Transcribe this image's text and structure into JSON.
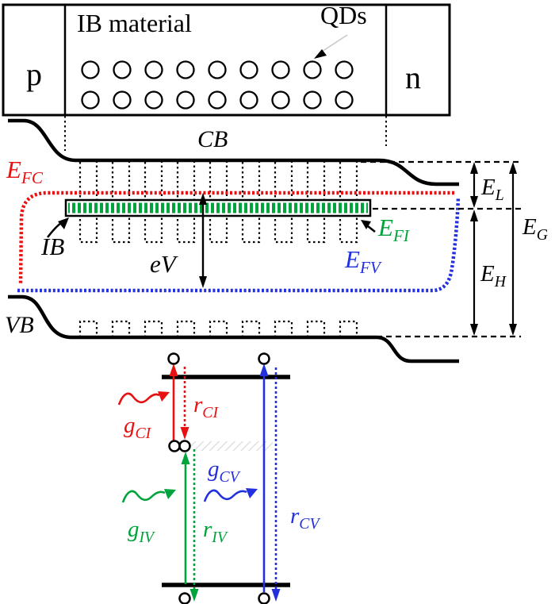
{
  "colors": {
    "black": "#000000",
    "red": "#e81111",
    "green": "#00a33c",
    "blue": "#2230dd",
    "hatch": "#d9d9d9"
  },
  "device": {
    "p_region": "p",
    "n_region": "n",
    "ib_material": "IB material",
    "qds": "QDs"
  },
  "bands": {
    "cb": "CB",
    "vb": "VB",
    "ib": "IB",
    "ev": "eV"
  },
  "fermi_levels": {
    "efc": {
      "base": "E",
      "sub": "FC"
    },
    "efi": {
      "base": "E",
      "sub": "FI"
    },
    "efv": {
      "base": "E",
      "sub": "FV"
    }
  },
  "energies": {
    "el": {
      "base": "E",
      "sub": "L"
    },
    "eg": {
      "base": "E",
      "sub": "G"
    },
    "eh": {
      "base": "E",
      "sub": "H"
    }
  },
  "transitions": {
    "gci": {
      "base": "g",
      "sub": "CI"
    },
    "rci": {
      "base": "r",
      "sub": "CI"
    },
    "giv": {
      "base": "g",
      "sub": "IV"
    },
    "riv": {
      "base": "r",
      "sub": "IV"
    },
    "gcv": {
      "base": "g",
      "sub": "CV"
    },
    "rcv": {
      "base": "r",
      "sub": "CV"
    }
  }
}
